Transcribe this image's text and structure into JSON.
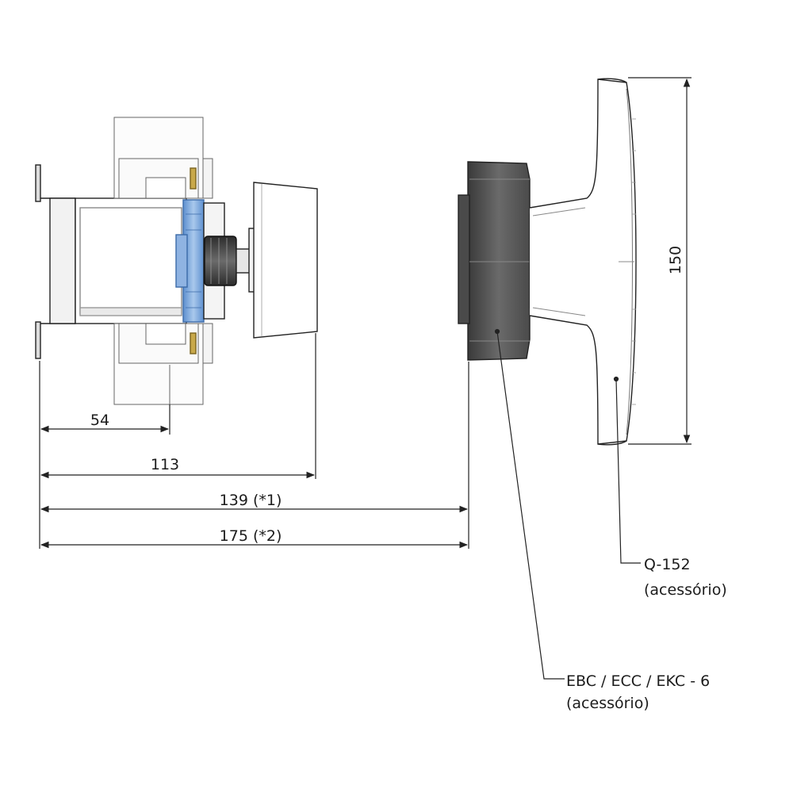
{
  "diagram": {
    "dimensions": [
      {
        "id": "d54",
        "label": "54"
      },
      {
        "id": "d113",
        "label": "113"
      },
      {
        "id": "d139",
        "label": "139 (*1)"
      },
      {
        "id": "d175",
        "label": "175 (*2)"
      },
      {
        "id": "d150",
        "label": "150"
      }
    ],
    "callouts": [
      {
        "id": "q152",
        "line1": "Q-152",
        "line2": "(acessório)"
      },
      {
        "id": "ebc",
        "line1": "EBC / ECC / EKC - 6",
        "line2": "(acessório)"
      }
    ],
    "colors": {
      "line": "#222222",
      "thin": "#555555",
      "blue_part": "#6f9fd8",
      "dark_body": "#5b5b5b",
      "knob": "#3e3e3e",
      "brass": "#c8a84a"
    }
  }
}
